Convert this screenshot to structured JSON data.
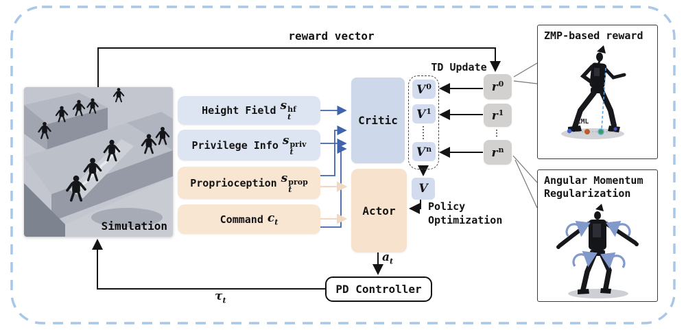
{
  "figure": {
    "labels": {
      "reward_vector": "reward vector",
      "td_update": "TD Update",
      "policy_optimization": "Policy Optimization",
      "simulation": "Simulation",
      "pd_controller": "PD Controller",
      "critic": "Critic",
      "actor": "Actor"
    },
    "inputs": [
      {
        "label": "Height Field",
        "sym": "s",
        "sup": "hf",
        "sub": "t",
        "style": "blue"
      },
      {
        "label": "Privilege Info",
        "sym": "s",
        "sup": "priv",
        "sub": "t",
        "style": "blue"
      },
      {
        "label": "Proprioception",
        "sym": "s",
        "sup": "prop",
        "sub": "t",
        "style": "orange"
      },
      {
        "label": "Command",
        "sym": "c",
        "sub": "t",
        "style": "orange"
      }
    ],
    "critic_outputs": [
      {
        "sym": "V",
        "sup": "0"
      },
      {
        "sym": "V",
        "sup": "1"
      },
      {
        "sym": "V",
        "sup": "n"
      }
    ],
    "value_combined": {
      "sym": "V"
    },
    "reward_heads": [
      {
        "sym": "r",
        "sup": "0"
      },
      {
        "sym": "r",
        "sup": "1"
      },
      {
        "sym": "r",
        "sup": "n"
      }
    ],
    "action": {
      "sym": "a",
      "sub": "t"
    },
    "torque": {
      "sym": "τ",
      "sub": "t"
    },
    "callouts": [
      {
        "title": "ZMP-based reward",
        "marker_label": "ZML"
      },
      {
        "title": "Angular Momentum Regularization"
      }
    ],
    "colors": {
      "outer_border": "#a9c7e9",
      "input_blue": "#dee5f2",
      "critic_blue": "#cdd8eb",
      "value_blue": "#d2dcee",
      "actor_orange": "#f6e2cd",
      "input_orange": "#f8e5d2",
      "reward_gray": "#d3d1cf",
      "arrow_blue": "#3f63ad",
      "arrow_peach": "#f0d8c3",
      "line_black": "#141414",
      "zmp_guide_blue": "#58a8e8",
      "momentum_arrow_blue": "#8299cc"
    }
  }
}
